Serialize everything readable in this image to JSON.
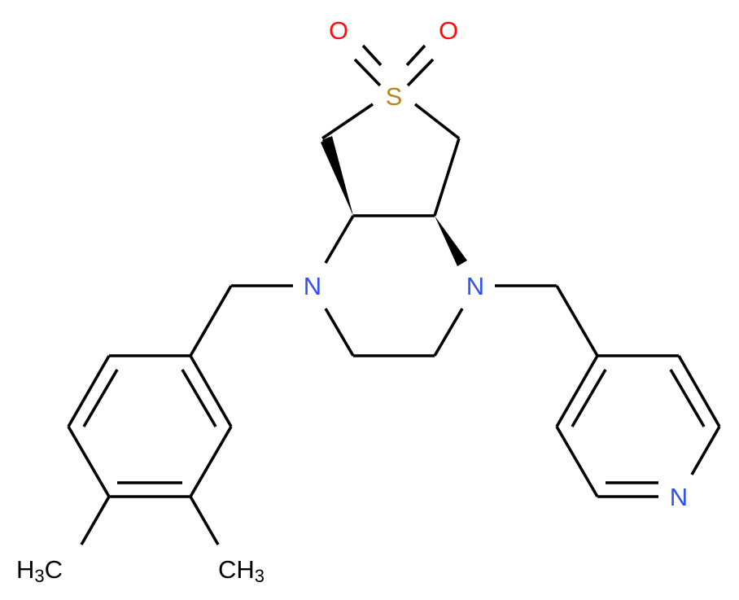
{
  "molecule": {
    "description": "Hexahydrothieno[3,4-b]pyrazine 6,6-dioxide with 3,4-dimethylbenzyl and pyridin-4-ylmethyl substituents",
    "colors": {
      "bond": "#000000",
      "oxygen": "#ff0d0d",
      "sulfur": "#b2891a",
      "nitrogen": "#3050f8",
      "carbon": "#000000",
      "background": "#ffffff"
    },
    "atoms": {
      "o1": {
        "label": "O"
      },
      "o2": {
        "label": "O"
      },
      "s": {
        "label": "S"
      },
      "n1": {
        "label": "N"
      },
      "n2": {
        "label": "N"
      },
      "n_pyridine": {
        "label": "N"
      },
      "methyl_left": {
        "label_main": "H",
        "label_sub": "3",
        "label_tail": "C"
      },
      "methyl_right": {
        "label_main": "CH",
        "label_sub": "3"
      }
    }
  }
}
